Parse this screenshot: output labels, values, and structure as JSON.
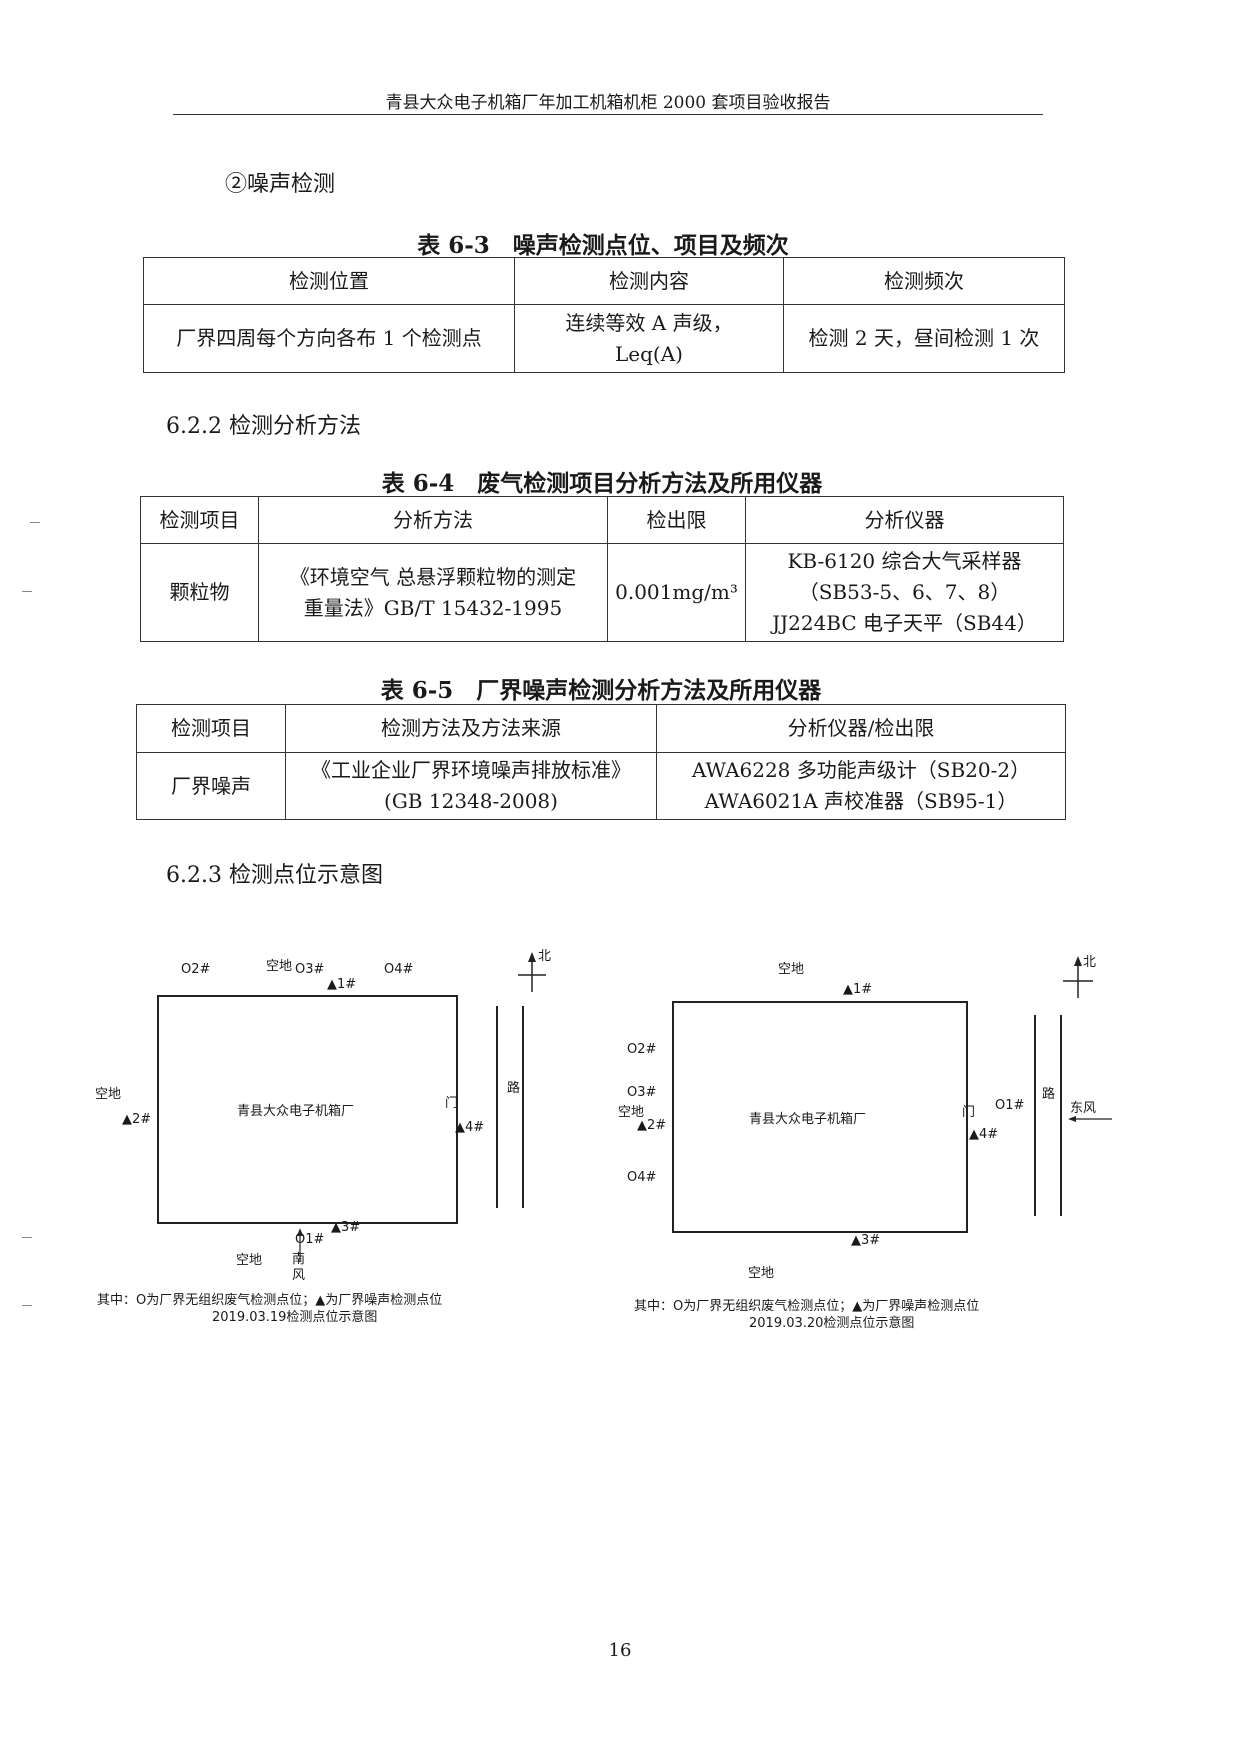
{
  "header": {
    "title": "青县大众电子机箱厂年加工机箱机柜 2000 套项目验收报告"
  },
  "section_noise": "②噪声检测",
  "table63": {
    "caption": "表 6-3　噪声检测点位、项目及频次",
    "headers": [
      "检测位置",
      "检测内容",
      "检测频次"
    ],
    "row": [
      "厂界四周每个方向各布 1 个检测点",
      "连续等效 A 声级，",
      "Leq(A)",
      "检测 2 天，昼间检测 1 次"
    ]
  },
  "section_622": "6.2.2 检测分析方法",
  "table64": {
    "caption": "表 6-4　废气检测项目分析方法及所用仪器",
    "headers": [
      "检测项目",
      "分析方法",
      "检出限",
      "分析仪器"
    ],
    "row": {
      "item": "颗粒物",
      "method_1": "《环境空气  总悬浮颗粒物的测定",
      "method_2": "重量法》GB/T 15432-1995",
      "limit": "0.001mg/m³",
      "instr_1": "KB-6120 综合大气采样器",
      "instr_2": "（SB53-5、6、7、8）",
      "instr_3": "JJ224BC 电子天平（SB44）"
    }
  },
  "table65": {
    "caption": "表 6-5　厂界噪声检测分析方法及所用仪器",
    "headers": [
      "检测项目",
      "检测方法及方法来源",
      "分析仪器/检出限"
    ],
    "row": {
      "item": "厂界噪声",
      "method_1": "《工业企业厂界环境噪声排放标准》",
      "method_2": "(GB 12348-2008)",
      "instr_1": "AWA6228 多功能声级计（SB20-2）",
      "instr_2": "AWA6021A 声校准器（SB95-1）"
    }
  },
  "section_623": "6.2.3  检测点位示意图",
  "diagram1": {
    "factory": "青县大众电子机箱厂",
    "north": "北",
    "road": "路",
    "gate": "门",
    "open_top": "空地",
    "open_left": "空地",
    "open_bottom": "空地",
    "wind": [
      "南",
      "风"
    ],
    "air_points": [
      "O1#",
      "O2#",
      "O3#",
      "O4#"
    ],
    "noise_points": [
      "▲1#",
      "▲2#",
      "▲3#",
      "▲4#"
    ],
    "legend": "其中：O为厂界无组织废气检测点位；▲为厂界噪声检测点位",
    "date_caption": "2019.03.19检测点位示意图"
  },
  "diagram2": {
    "factory": "青县大众电子机箱厂",
    "north": "北",
    "road": "路",
    "gate": "门",
    "open_top": "空地",
    "open_left": "空地",
    "open_bottom": "空地",
    "wind": "东风",
    "air_points": [
      "O1#",
      "O2#",
      "O3#",
      "O4#"
    ],
    "noise_points": [
      "▲1#",
      "▲2#",
      "▲3#",
      "▲4#"
    ],
    "legend": "其中：O为厂界无组织废气检测点位；▲为厂界噪声检测点位",
    "date_caption": "2019.03.20检测点位示意图"
  },
  "page_number": "16"
}
